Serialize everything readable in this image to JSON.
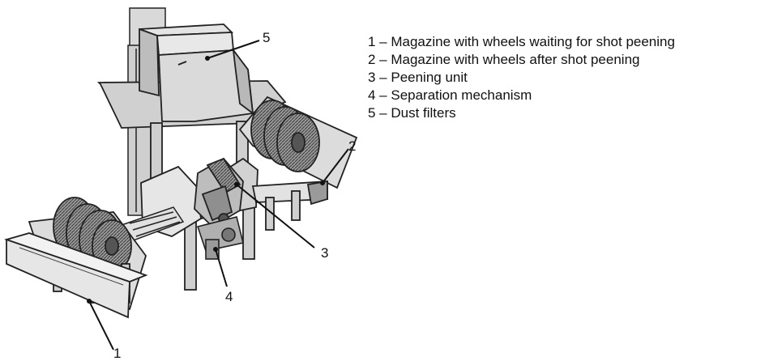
{
  "callouts": [
    {
      "id": "1",
      "label": "1"
    },
    {
      "id": "2",
      "label": "2"
    },
    {
      "id": "3",
      "label": "3"
    },
    {
      "id": "4",
      "label": "4"
    },
    {
      "id": "5",
      "label": "5"
    }
  ],
  "legend": [
    {
      "number": "1",
      "text": "1 – Magazine with wheels waiting for shot peening"
    },
    {
      "number": "2",
      "text": "2 – Magazine with wheels after shot peening"
    },
    {
      "number": "3",
      "text": "3 – Peening unit"
    },
    {
      "number": "4",
      "text": "4 – Separation mechanism"
    },
    {
      "number": "5",
      "text": "5 – Dust filters"
    }
  ]
}
